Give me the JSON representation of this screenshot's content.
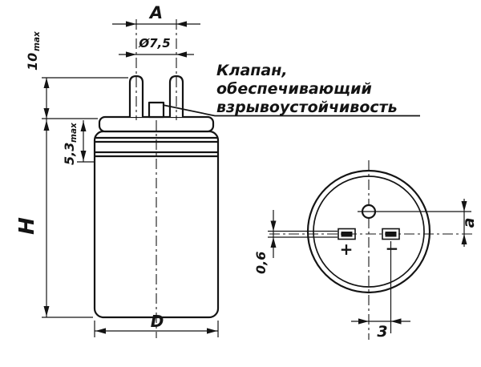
{
  "drawing": {
    "background": "#ffffff",
    "line_color": "#141414",
    "side_view": {
      "dim_A": "A",
      "dim_pin_diameter": "Ø7,5",
      "dim_pin_height": "10",
      "dim_pin_height_suffix": "max",
      "dim_crimp": "5,3",
      "dim_crimp_suffix": "max",
      "dim_height": "H",
      "dim_diameter": "D"
    },
    "callout": {
      "line1": "Клапан,",
      "line2": "обеспечивающий",
      "line3": "взрывоустойчивость"
    },
    "bottom_view": {
      "dim_a": "a",
      "dim_terminal_thickness": "0,6",
      "dim_offset": "3",
      "plus": "+",
      "minus": "−"
    }
  }
}
